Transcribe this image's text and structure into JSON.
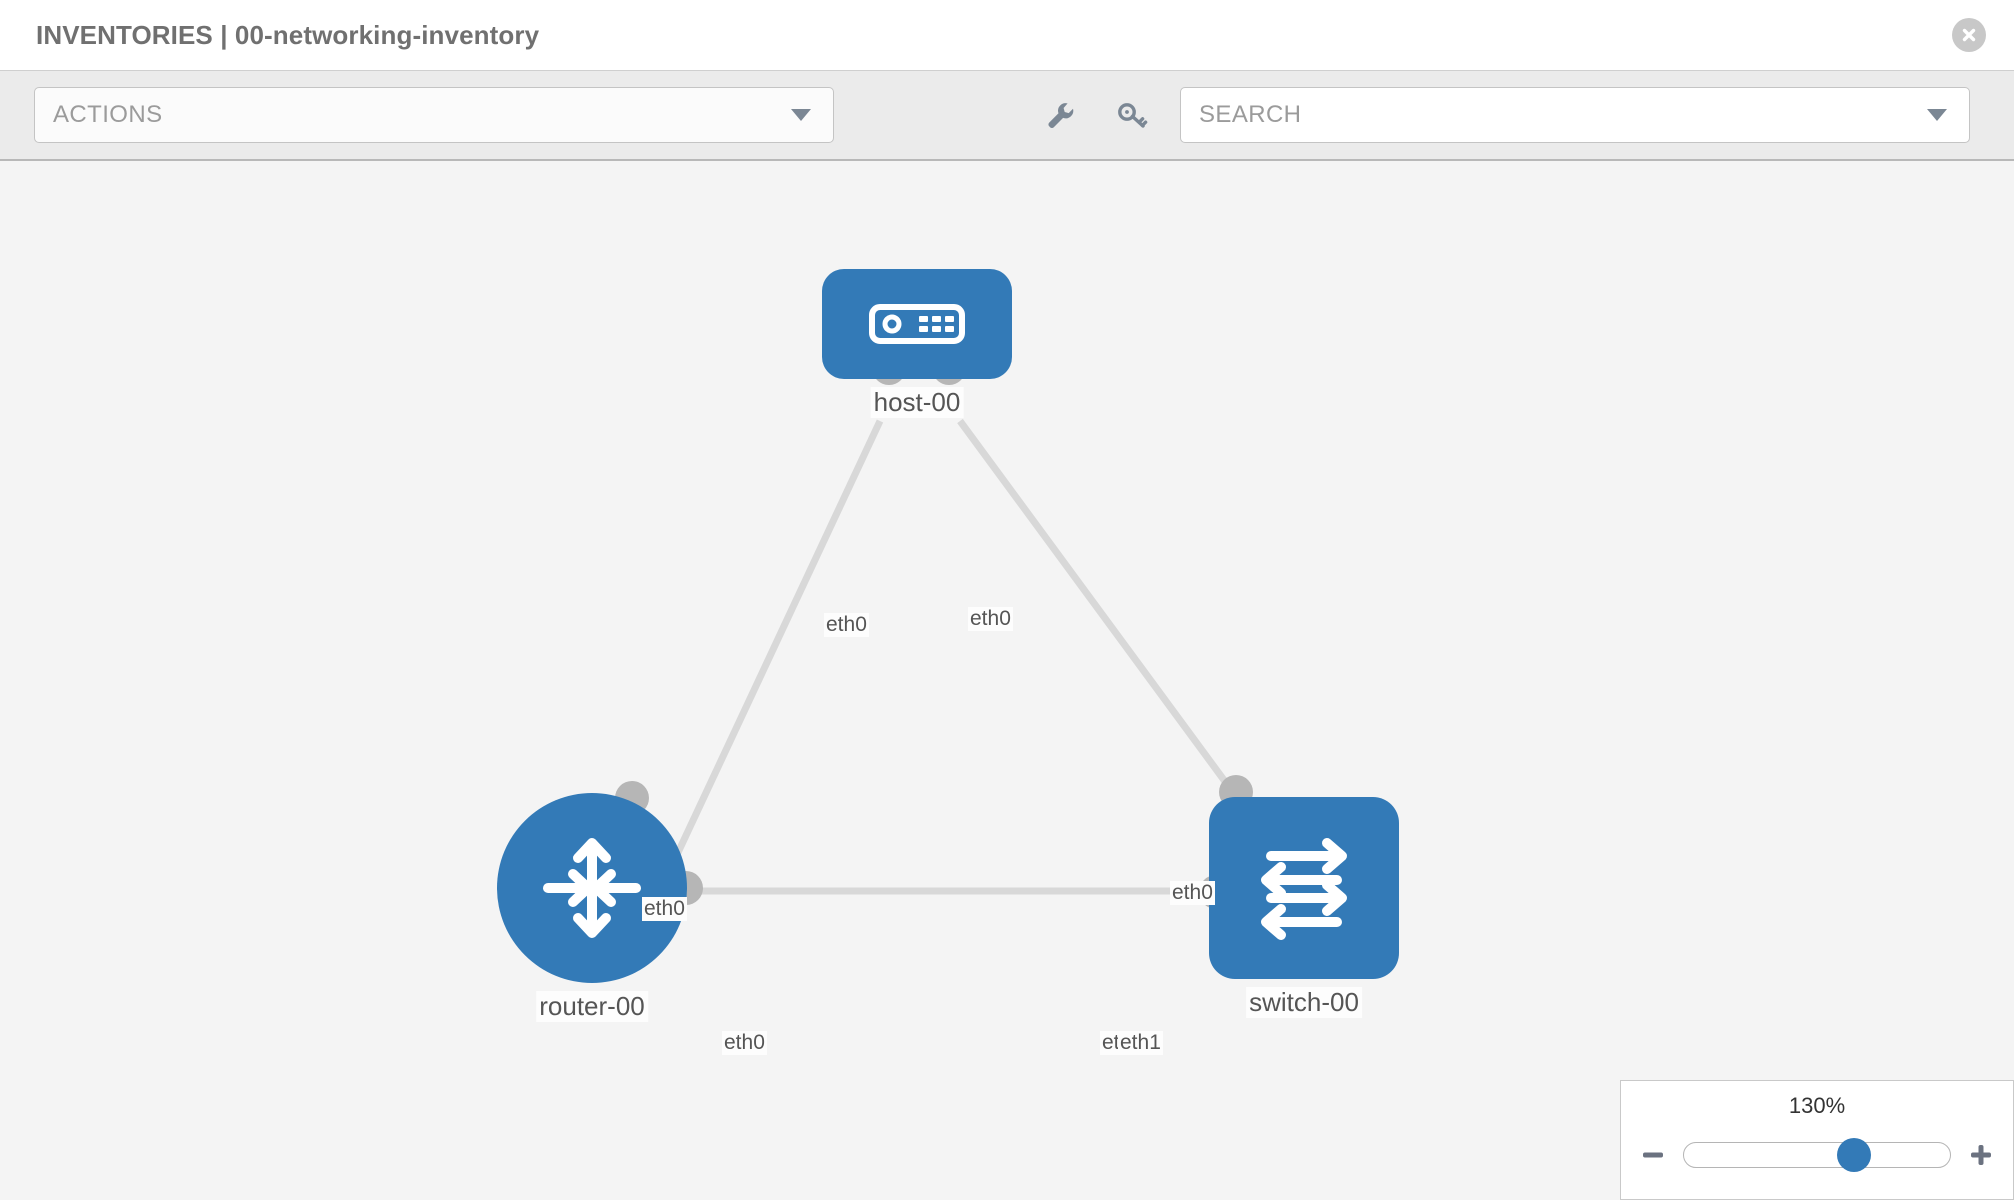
{
  "header": {
    "title": "INVENTORIES | 00-networking-inventory",
    "close_icon": "close-circle-icon"
  },
  "toolbar": {
    "actions_label": "ACTIONS",
    "actions_caret_icon": "chevron-down-icon",
    "wrench_icon": "wrench-icon",
    "key_icon": "key-icon",
    "search_placeholder": "SEARCH",
    "search_value": "",
    "search_caret_icon": "chevron-down-icon"
  },
  "topology": {
    "accent_color": "#337ab7",
    "anchor_color": "#b6b6b6",
    "edge_color": "#d8d8d8",
    "nodes": [
      {
        "id": "host-00",
        "label": "host-00",
        "icon": "server-icon",
        "shape": "rounded-rect"
      },
      {
        "id": "router-00",
        "label": "router-00",
        "icon": "router-icon",
        "shape": "circle"
      },
      {
        "id": "switch-00",
        "label": "switch-00",
        "icon": "switch-icon",
        "shape": "rounded-square"
      }
    ],
    "edge_labels": {
      "host_left": "eth0",
      "host_right": "eth0",
      "router_up": "eth0",
      "switch_up": "eth0",
      "router_right": "eth0",
      "switch_left_under": "eth0",
      "switch_left": "eth1"
    }
  },
  "zoom_control": {
    "value_label": "130%",
    "minus_icon": "minus-icon",
    "plus_icon": "plus-icon",
    "thumb_position_percent": 64
  }
}
